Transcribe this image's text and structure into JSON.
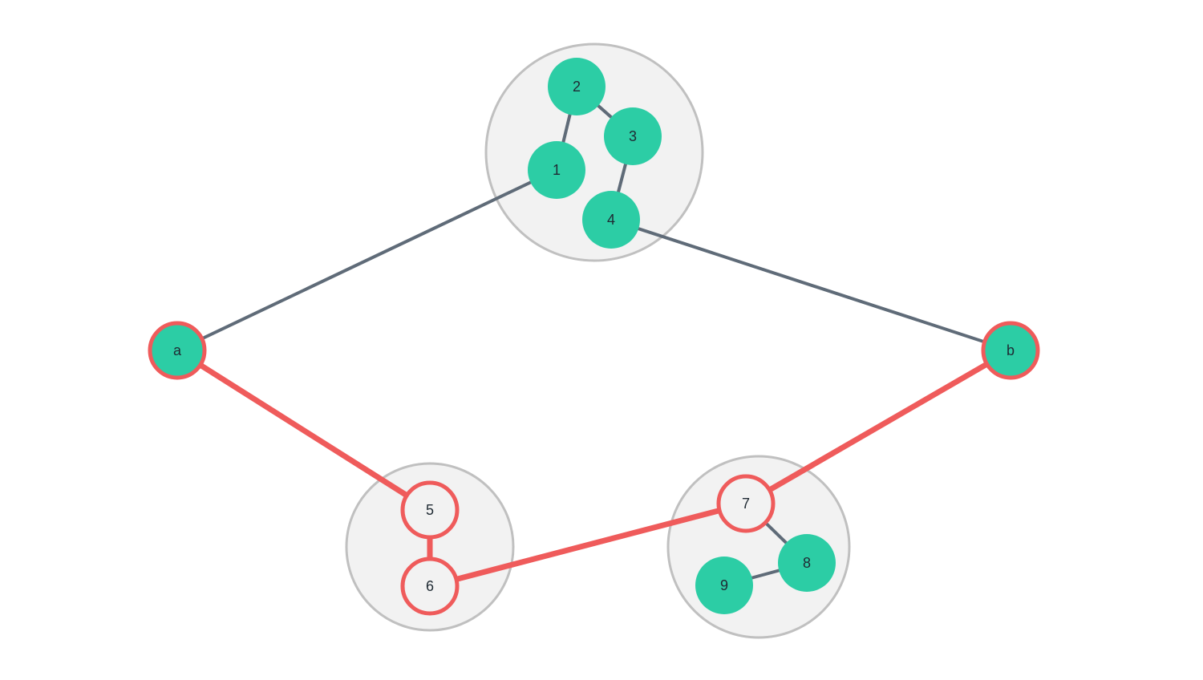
{
  "colors": {
    "node_fill": "#2ccda5",
    "highlight": "#ef5b5b",
    "edge": "#5f6b78",
    "group_fill": "#f2f2f2",
    "group_stroke": "#c0c0c0",
    "highlight_node_fill": "#f2f2f2"
  },
  "groups": [
    {
      "id": "group-top",
      "members": [
        "1",
        "2",
        "3",
        "4"
      ]
    },
    {
      "id": "group-bottom-left",
      "members": [
        "5",
        "6"
      ]
    },
    {
      "id": "group-bottom-right",
      "members": [
        "7",
        "8",
        "9"
      ]
    }
  ],
  "nodes": [
    {
      "id": "1",
      "label": "1",
      "style": "filled"
    },
    {
      "id": "2",
      "label": "2",
      "style": "filled"
    },
    {
      "id": "3",
      "label": "3",
      "style": "filled"
    },
    {
      "id": "4",
      "label": "4",
      "style": "filled"
    },
    {
      "id": "5",
      "label": "5",
      "style": "outlined-highlight"
    },
    {
      "id": "6",
      "label": "6",
      "style": "outlined-highlight"
    },
    {
      "id": "7",
      "label": "7",
      "style": "outlined-highlight"
    },
    {
      "id": "8",
      "label": "8",
      "style": "filled"
    },
    {
      "id": "9",
      "label": "9",
      "style": "filled"
    },
    {
      "id": "a",
      "label": "a",
      "style": "filled-highlight"
    },
    {
      "id": "b",
      "label": "b",
      "style": "filled-highlight"
    }
  ],
  "edges": [
    {
      "source": "a",
      "target": "1",
      "highlight": false
    },
    {
      "source": "1",
      "target": "2",
      "highlight": false
    },
    {
      "source": "2",
      "target": "3",
      "highlight": false
    },
    {
      "source": "3",
      "target": "4",
      "highlight": false
    },
    {
      "source": "4",
      "target": "b",
      "highlight": false
    },
    {
      "source": "a",
      "target": "5",
      "highlight": true
    },
    {
      "source": "5",
      "target": "6",
      "highlight": true
    },
    {
      "source": "6",
      "target": "7",
      "highlight": true
    },
    {
      "source": "7",
      "target": "b",
      "highlight": true
    },
    {
      "source": "7",
      "target": "8",
      "highlight": false
    },
    {
      "source": "8",
      "target": "9",
      "highlight": false
    }
  ]
}
